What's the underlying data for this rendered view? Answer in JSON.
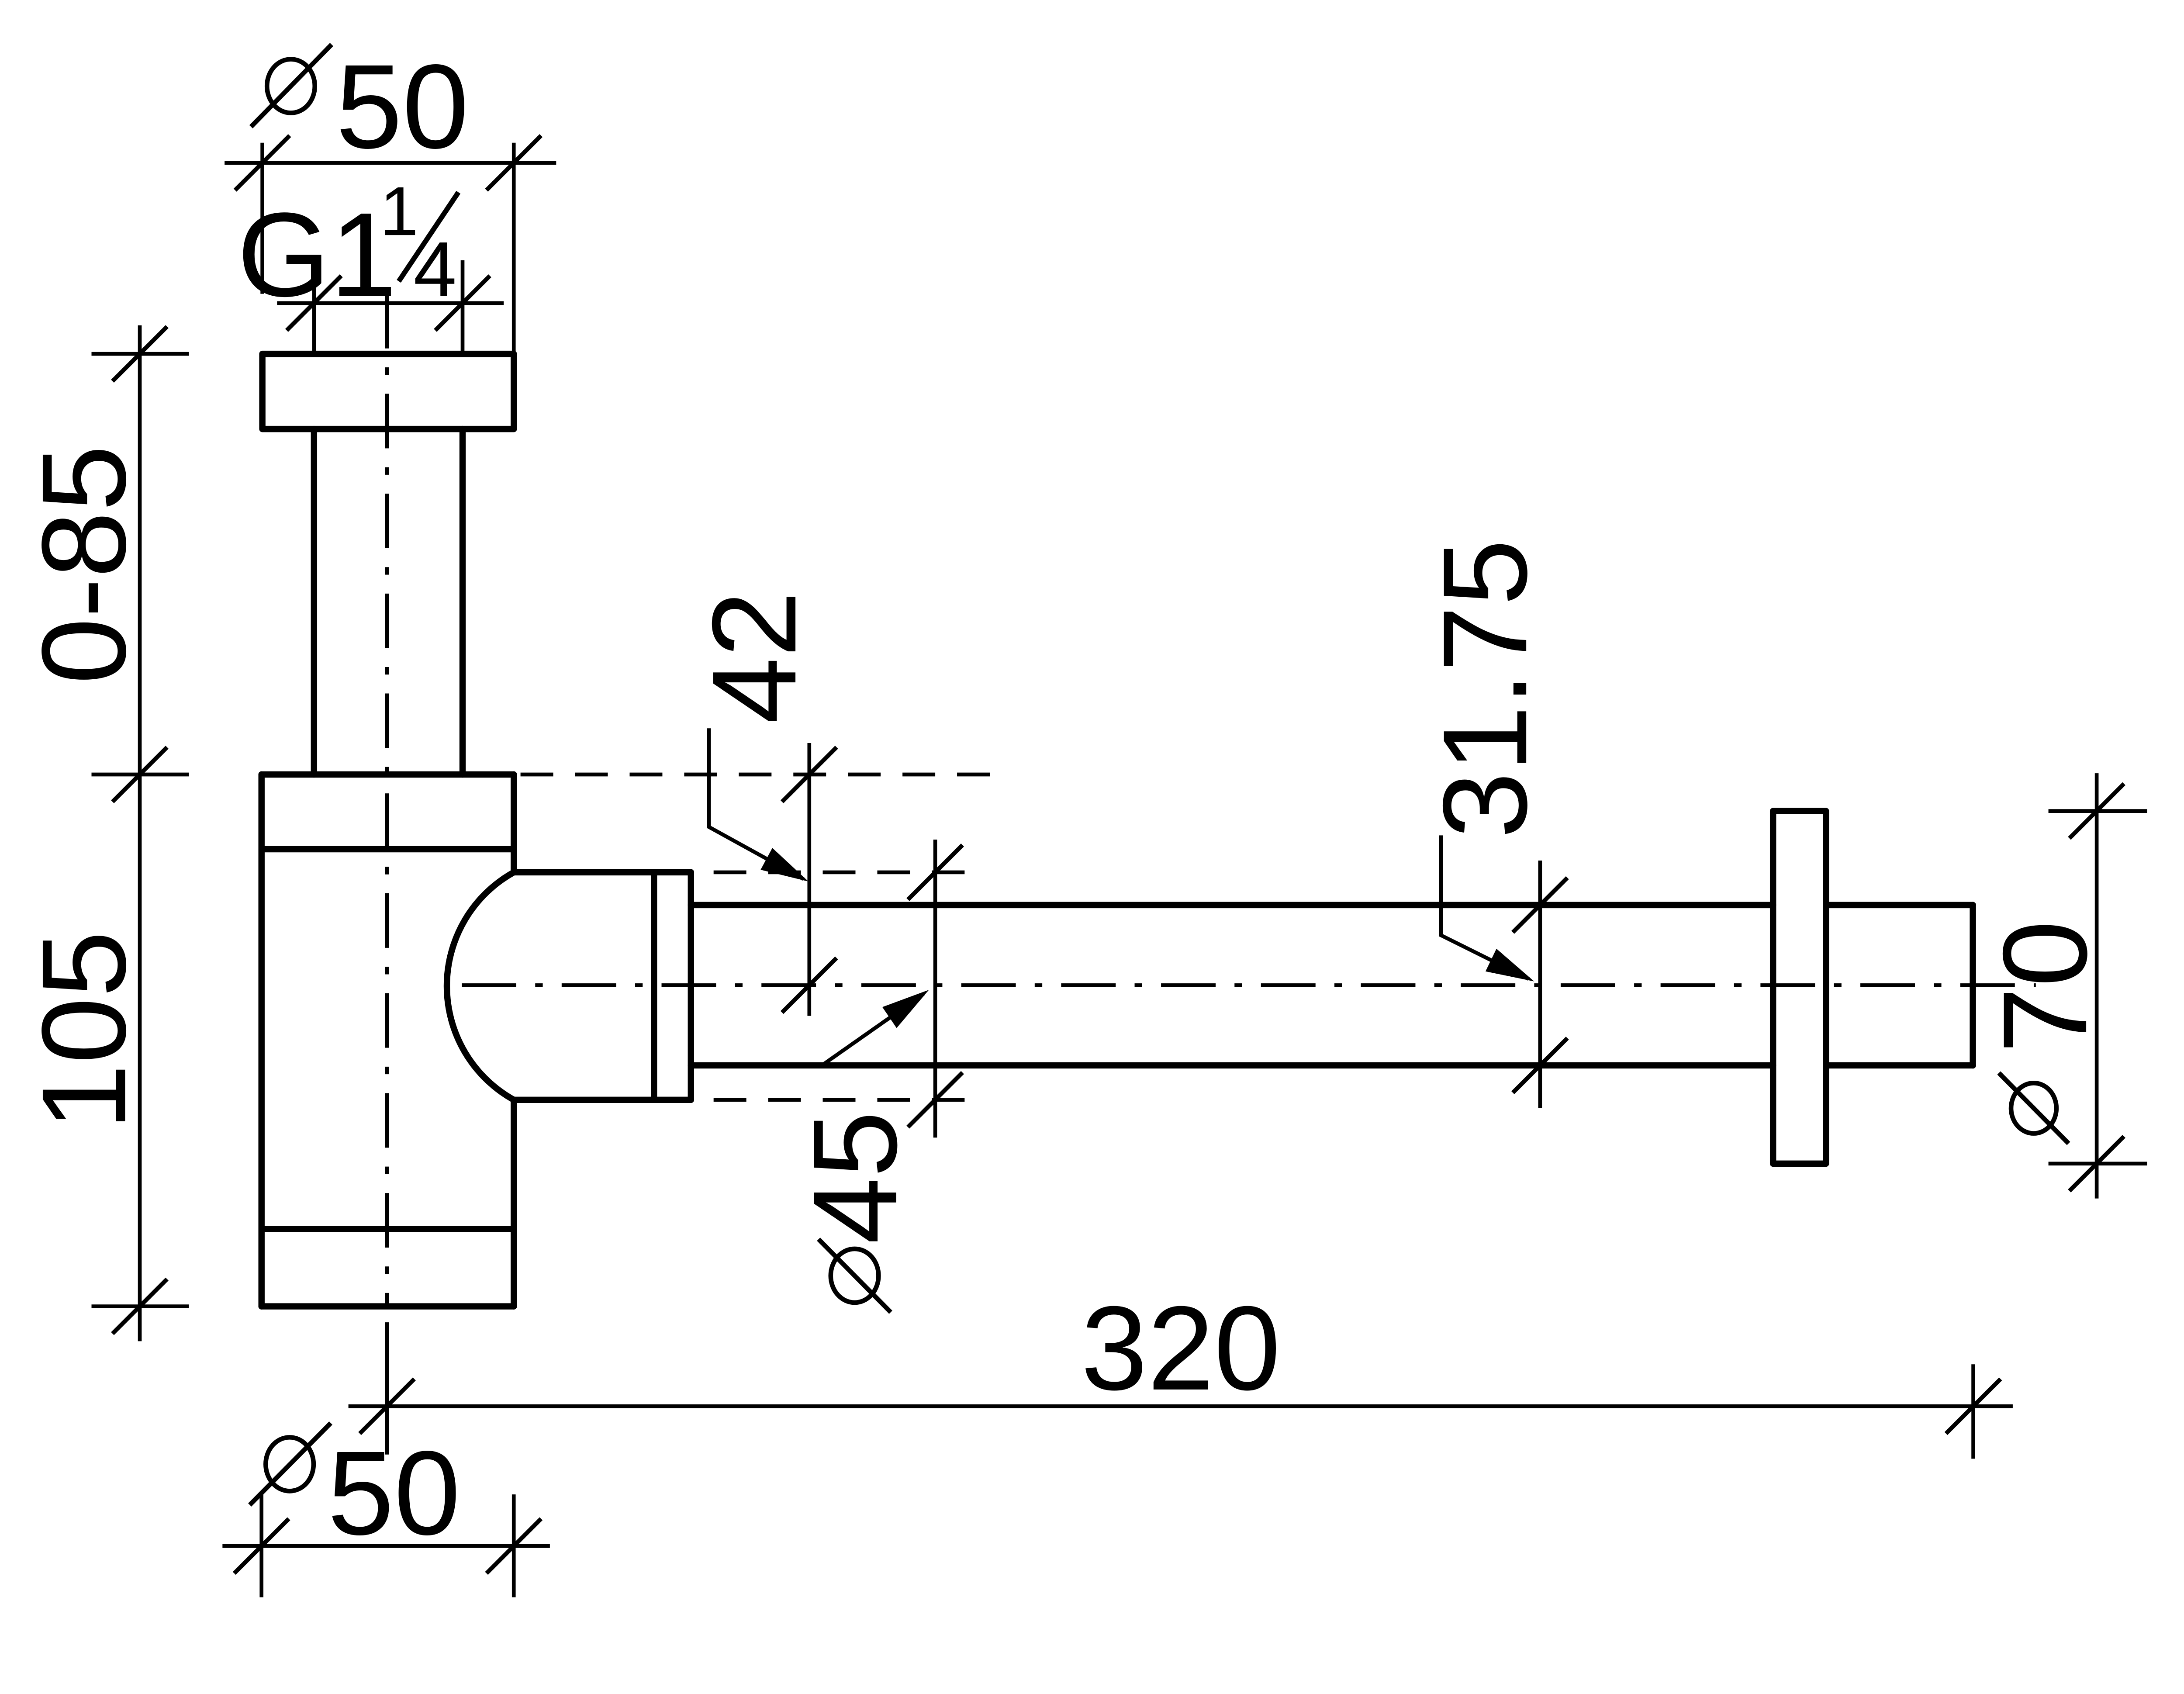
{
  "colors": {
    "background": "#ffffff",
    "line": "#000000"
  },
  "dimensions": {
    "top_diameter": {
      "symbol": "⌀",
      "value": "50"
    },
    "thread": {
      "prefix": "G1",
      "numerator": "1",
      "denominator": "4"
    },
    "adjustable_height": "0-85",
    "body_height": "105",
    "outlet_centerline_offset": "42",
    "nut_diameter": {
      "symbol": "⌀",
      "value": "45"
    },
    "pipe_diameter": "31.75",
    "flange_diameter": {
      "symbol": "⌀",
      "value": "70"
    },
    "outlet_length": "320",
    "bottom_diameter": {
      "symbol": "⌀",
      "value": "50"
    }
  }
}
